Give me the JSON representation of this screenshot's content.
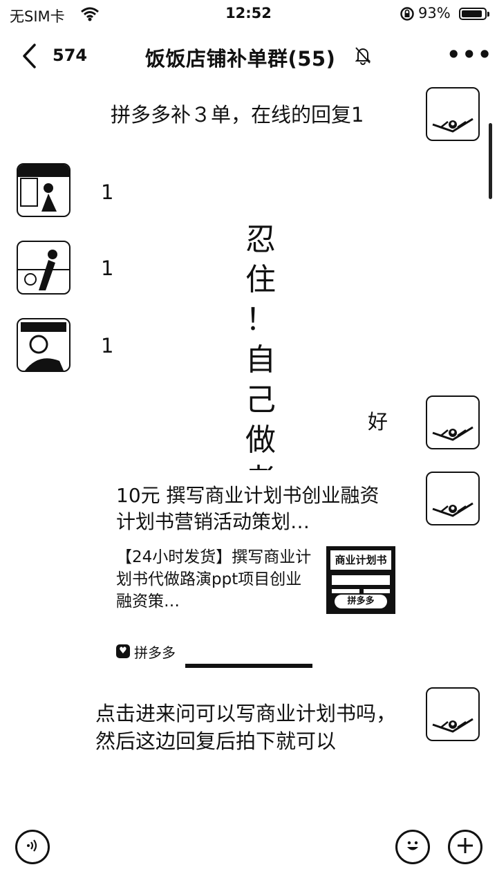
{
  "status_bar": {
    "carrier": "无SIM卡",
    "time": "12:52",
    "battery_percent": "93%",
    "battery_level": 0.93
  },
  "nav": {
    "back_count": "574",
    "title": "饭饭店铺补单群(55)"
  },
  "messages": [
    {
      "side": "right",
      "text": "拼多多补３单，在线的回复1"
    },
    {
      "side": "left",
      "text": "1"
    },
    {
      "side": "left",
      "text": "1"
    },
    {
      "side": "left",
      "text": "1"
    },
    {
      "side": "right",
      "text": "好"
    },
    {
      "side": "right",
      "type": "card",
      "title": "10元 撰写商业计划书创业融资计划书营销活动策划…",
      "desc": "【24小时发货】撰写商业计划书代做路演ppt项目创业融资策…",
      "thumb_text_top": "商业计划书",
      "thumb_text_bottom": "拼多多",
      "source": "拼多多"
    },
    {
      "side": "right",
      "text": "点击进来问可以写商业计划书吗，然后这边回复后拍下就可以"
    }
  ],
  "overlay": {
    "chars": [
      "忍",
      "住",
      "！",
      "自",
      "己",
      "做",
      "老"
    ]
  },
  "icons": {
    "voice": "voice-icon",
    "emoji": "emoji-icon",
    "add": "plus-icon"
  }
}
